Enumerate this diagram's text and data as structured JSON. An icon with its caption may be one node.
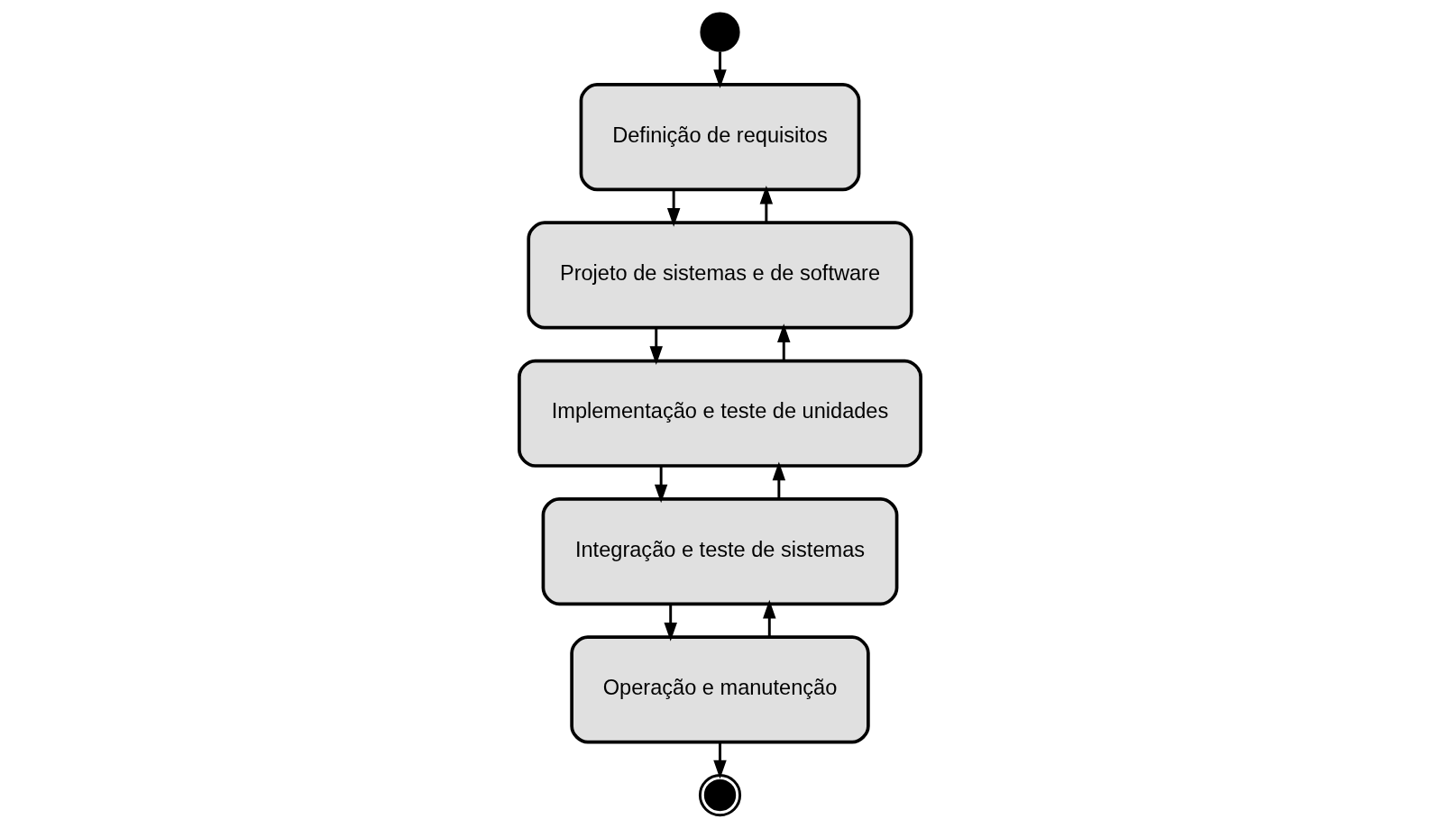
{
  "diagram": {
    "nodes": [
      {
        "text": [],
        "shape": "circle"
      },
      {
        "text": [
          "Definição de requisitos"
        ]
      },
      {
        "text": [
          "Projeto de sistemas e de software"
        ]
      },
      {
        "text": [
          "Implementação e teste de unidades"
        ]
      },
      {
        "text": [
          "Integração e teste de sistemas"
        ]
      },
      {
        "text": [
          "Operação e manutenção"
        ]
      },
      {
        "text": [],
        "shape": "circle"
      }
    ],
    "edges": [
      {
        "from": 0,
        "to": 1,
        "arrow": "to"
      },
      {
        "from": 1,
        "to": 2,
        "arrow": "to"
      },
      {
        "from": 2,
        "to": 1,
        "arrow": "to"
      },
      {
        "from": 2,
        "to": 3,
        "arrow": "to"
      },
      {
        "from": 3,
        "to": 2,
        "arrow": "to"
      },
      {
        "from": 3,
        "to": 4,
        "arrow": "to"
      },
      {
        "from": 4,
        "to": 3,
        "arrow": "to"
      },
      {
        "from": 4,
        "to": 5,
        "arrow": "to"
      },
      {
        "from": 5,
        "to": 4,
        "arrow": "to"
      },
      {
        "from": 5,
        "to": 6,
        "arrow": "to"
      }
    ]
  }
}
